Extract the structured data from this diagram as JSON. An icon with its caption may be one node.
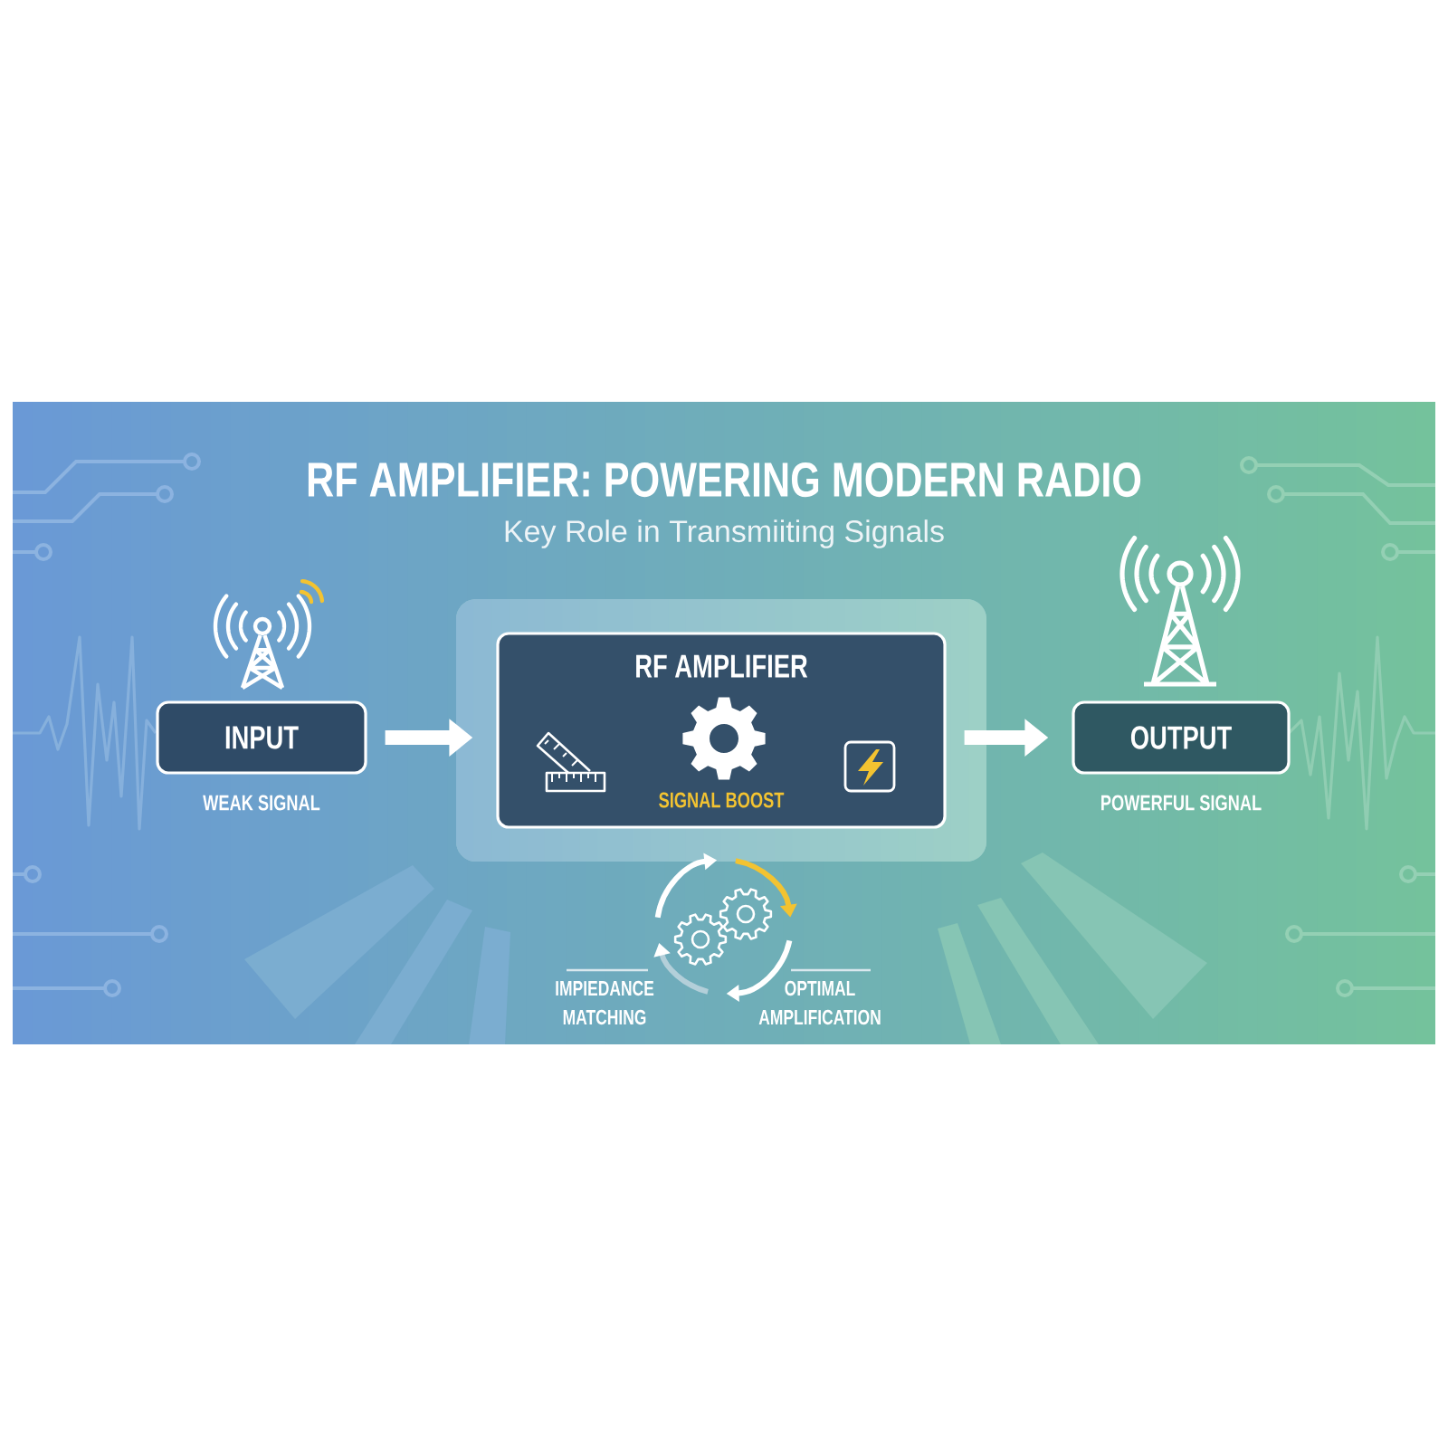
{
  "diagram": {
    "title": "RF AMPLIFIER: POWERING MODERN RADIO",
    "nodes": [
      {
        "text": [
          "INPUT"
        ],
        "beside": [
          "WEAK SIGNAL"
        ]
      },
      {
        "text": [],
        "shape": "box"
      },
      {
        "text": [
          "RF AMPLIFIER",
          "SIGNAL BOOST"
        ],
        "in": 1
      },
      {
        "text": [
          "OUTPUT"
        ],
        "beside": [
          "POWERFUL SIGNAL"
        ]
      }
    ],
    "edges": [
      {
        "from": 0,
        "to": 2,
        "arrow": "to"
      },
      {
        "from": 2,
        "to": 3,
        "arrow": "to"
      }
    ],
    "labels": [
      "Key Role in Transmiiting Signals",
      "IMPIEDANCE MATCHING",
      "OPTIMAL AMPLIFICATION"
    ]
  }
}
